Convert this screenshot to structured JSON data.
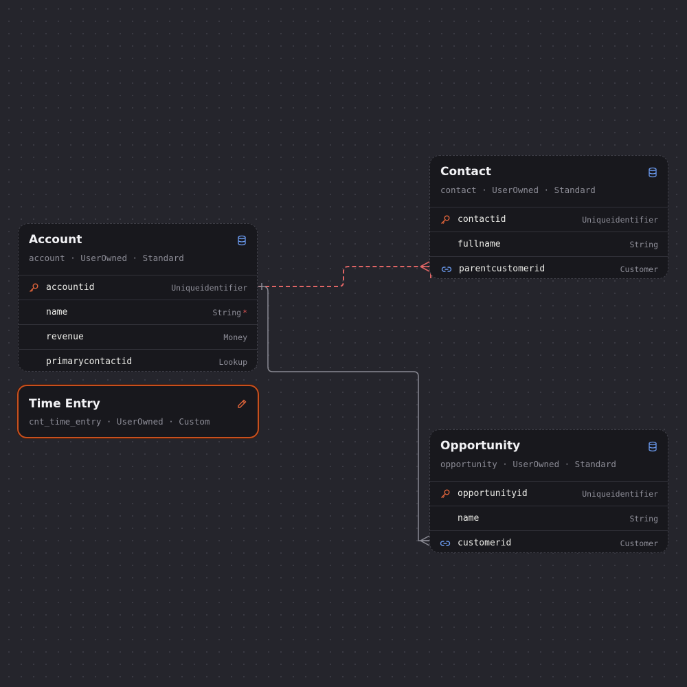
{
  "tables": {
    "account": {
      "title": "Account",
      "subtitle": "account · UserOwned · Standard",
      "icon": "database-icon",
      "fields": [
        {
          "name": "accountid",
          "type": "Uniqueidentifier",
          "icon": "key-icon"
        },
        {
          "name": "name",
          "type": "String",
          "required_mark": "*"
        },
        {
          "name": "revenue",
          "type": "Money"
        },
        {
          "name": "primarycontactid",
          "type": "Lookup"
        }
      ]
    },
    "time_entry": {
      "title": "Time Entry",
      "subtitle": "cnt_time_entry · UserOwned · Custom",
      "icon": "pencil-icon",
      "highlight_color": "#c8501e"
    },
    "contact": {
      "title": "Contact",
      "subtitle": "contact · UserOwned · Standard",
      "icon": "database-icon",
      "fields": [
        {
          "name": "contactid",
          "type": "Uniqueidentifier",
          "icon": "key-icon"
        },
        {
          "name": "fullname",
          "type": "String"
        },
        {
          "name": "parentcustomerid",
          "type": "Customer",
          "icon": "link-icon"
        }
      ]
    },
    "opportunity": {
      "title": "Opportunity",
      "subtitle": "opportunity · UserOwned · Standard",
      "icon": "database-icon",
      "fields": [
        {
          "name": "opportunityid",
          "type": "Uniqueidentifier",
          "icon": "key-icon"
        },
        {
          "name": "name",
          "type": "String"
        },
        {
          "name": "customerid",
          "type": "Customer",
          "icon": "link-icon"
        }
      ]
    }
  },
  "relationships": [
    {
      "from": "account.accountid",
      "to": "contact.parentcustomerid",
      "style": "dashed",
      "color": "#e06565"
    },
    {
      "from": "account.accountid",
      "to": "opportunity.customerid",
      "style": "solid",
      "color": "#8a8a93"
    }
  ],
  "colors": {
    "key": "#e0643a",
    "link": "#6b9bf0",
    "database": "#6b9bf0",
    "pencil": "#e0643a",
    "required": "#e05555"
  }
}
